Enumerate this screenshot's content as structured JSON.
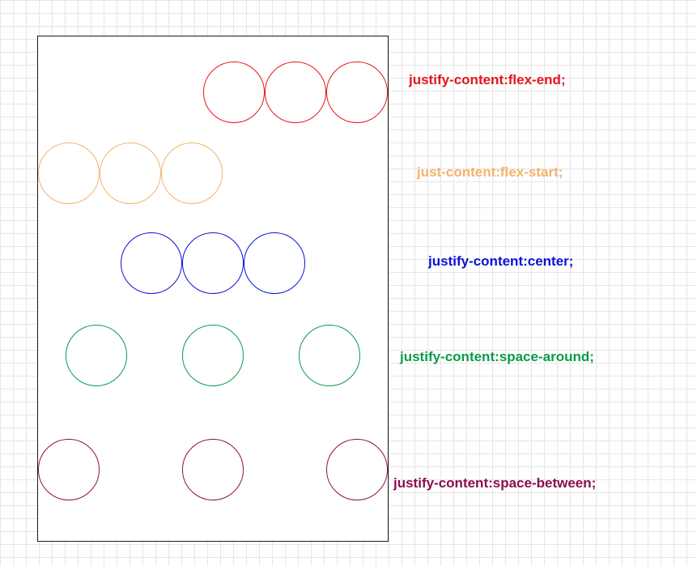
{
  "rows": [
    {
      "id": "flex-end",
      "justify": "flex-end",
      "label": "justify-content:flex-end;",
      "color": "#e8141b",
      "circle_count": 3
    },
    {
      "id": "flex-start",
      "justify": "flex-start",
      "label": "just-content:flex-start;",
      "color": "#f6b26b",
      "circle_count": 3
    },
    {
      "id": "center",
      "justify": "center",
      "label": "justify-content:center;",
      "color": "#0a12d6",
      "circle_count": 3
    },
    {
      "id": "space-around",
      "justify": "space-around",
      "label": "justify-content:space-around;",
      "color": "#0a9b4b",
      "circle_count": 3
    },
    {
      "id": "space-between",
      "justify": "space-between",
      "label": "justify-content:space-between;",
      "color": "#8b0d4f",
      "circle_count": 3
    }
  ]
}
